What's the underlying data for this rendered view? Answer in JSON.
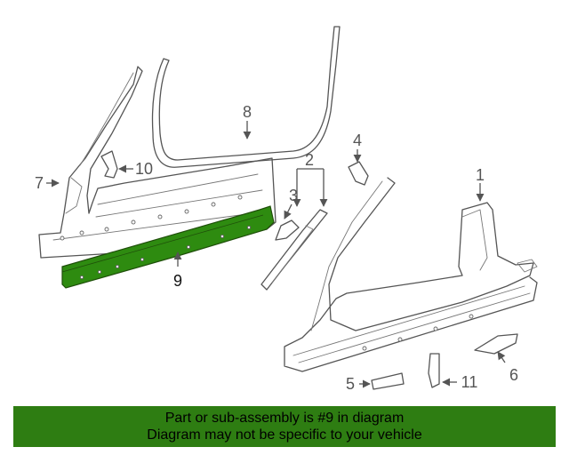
{
  "diagram": {
    "callouts": [
      {
        "id": "1",
        "label": "1"
      },
      {
        "id": "2",
        "label": "2"
      },
      {
        "id": "3",
        "label": "3"
      },
      {
        "id": "4",
        "label": "4"
      },
      {
        "id": "5",
        "label": "5"
      },
      {
        "id": "6",
        "label": "6"
      },
      {
        "id": "7",
        "label": "7"
      },
      {
        "id": "8",
        "label": "8"
      },
      {
        "id": "9",
        "label": "9"
      },
      {
        "id": "10",
        "label": "10"
      },
      {
        "id": "11",
        "label": "11"
      }
    ],
    "highlighted_part": "9",
    "highlight_color": "#2e8b10",
    "line_color": "#555555"
  },
  "banner": {
    "line1": "Part or sub-assembly is #9 in diagram",
    "line2": "Diagram may not be specific to your vehicle",
    "background": "#2e7d12"
  }
}
